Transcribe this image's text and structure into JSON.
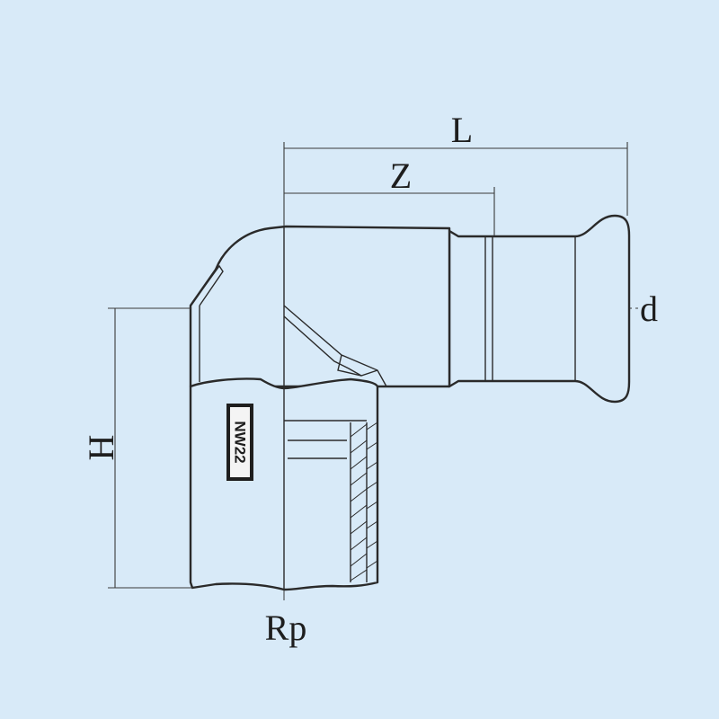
{
  "dimensions": {
    "L": "L",
    "Z": "Z",
    "d": "d",
    "H": "H",
    "Rp": "Rp"
  },
  "marking": "NW22",
  "colors": {
    "background": "#d8eaf8",
    "line": "#2a2a2a"
  }
}
